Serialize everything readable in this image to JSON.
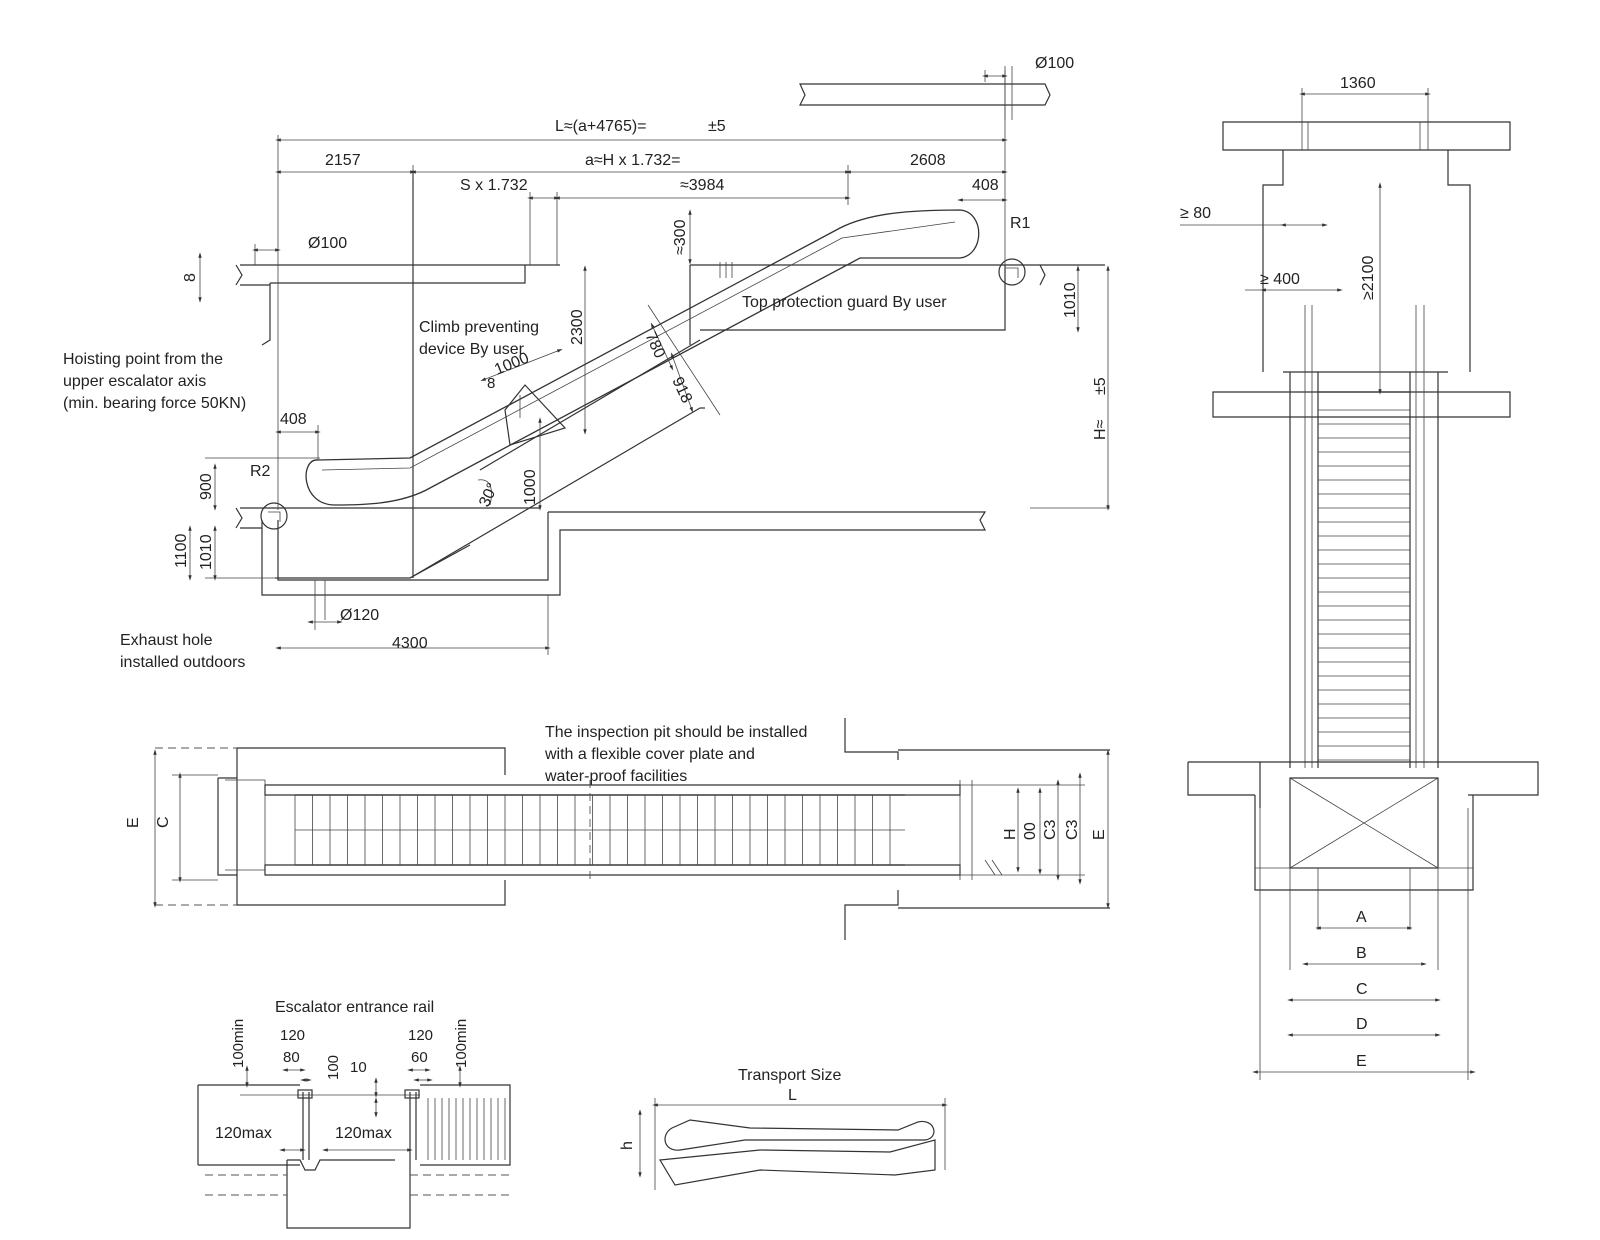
{
  "side_view": {
    "dims": {
      "total_len": "L≈(a+4765)=",
      "total_tol": "±5",
      "left_span": "2157",
      "mid_span": "a≈H x 1.732=",
      "right_span": "2608",
      "s_expr": "S x 1.732",
      "s_val": "≈3984",
      "top_phi": "Ø100",
      "left_phi": "Ø100",
      "upper_408": "408",
      "r1": "R1",
      "h300": "≈300",
      "dim_2300": "2300",
      "left_8": "8",
      "dim_1010_top": "1010",
      "tol_right": "±5",
      "h_label": "H≈",
      "dim_780": "780",
      "dim_918": "918",
      "dim_1000_inc": "1000",
      "dim_1000_vert": "1000",
      "angle": "30°",
      "lower_408": "408",
      "r2": "R2",
      "dim_900": "900",
      "dim_1100": "1100",
      "dim_1010_bot": "1010",
      "phi120": "Ø120",
      "dim_4300": "4300",
      "small_8": "8"
    },
    "notes": {
      "hoisting": [
        "Hoisting point from the",
        "upper escalator axis",
        "(min. bearing force 50KN)"
      ],
      "climb": [
        "Climb preventing",
        "device By user"
      ],
      "top_guard": "Top protection guard By user",
      "exhaust": [
        "Exhaust hole",
        "installed outdoors"
      ]
    }
  },
  "end_view": {
    "top_dim": "1360",
    "dim_80": "≥ 80",
    "dim_400": "≥ 400",
    "dim_2100": "≥2100",
    "widths": [
      "A",
      "B",
      "C",
      "D",
      "E"
    ]
  },
  "plan_view": {
    "note": [
      "The inspection pit should be installed",
      "with a flexible cover plate and",
      "water-proof facilities"
    ],
    "left_dims": [
      "E",
      "C"
    ],
    "right_dims": [
      "H",
      "00",
      "C3",
      "C3",
      "E"
    ]
  },
  "rail_detail": {
    "title": "Escalator entrance rail",
    "dims": {
      "min_left": "100min",
      "d120_left": "120",
      "d80": "80",
      "d100": "100",
      "d10": "10",
      "d120_right": "120",
      "d60": "60",
      "min_right": "100min",
      "max_left": "120max",
      "max_mid": "120max"
    }
  },
  "transport": {
    "title": "Transport Size",
    "len": "L",
    "height": "h"
  }
}
